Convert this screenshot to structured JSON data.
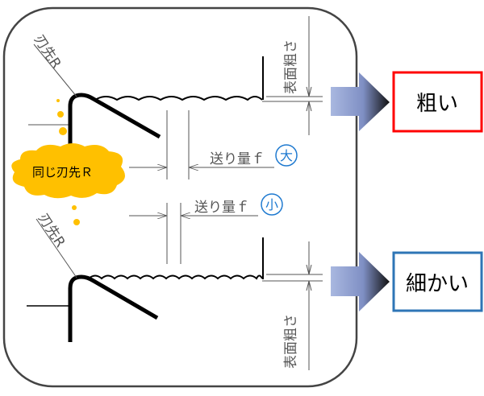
{
  "labels": {
    "tip_radius_top": "刃先R",
    "tip_radius_bottom": "刃先R",
    "same_tip_radius": "同じ刃先Ｒ",
    "surface_roughness_top": "表面粗さ",
    "surface_roughness_bottom": "表面粗さ",
    "feed_large": "送り量ｆ",
    "feed_large_mark": "大",
    "feed_small": "送り量ｆ",
    "feed_small_mark": "小",
    "result_rough": "粗い",
    "result_fine": "細かい"
  },
  "colors": {
    "cloud": "#ffc000",
    "mark_circle": "#1f7ad0",
    "rough_border": "#ff0000",
    "fine_border": "#2e75b6",
    "arrow_start": "#a9b8e0",
    "arrow_end": "#111111"
  }
}
